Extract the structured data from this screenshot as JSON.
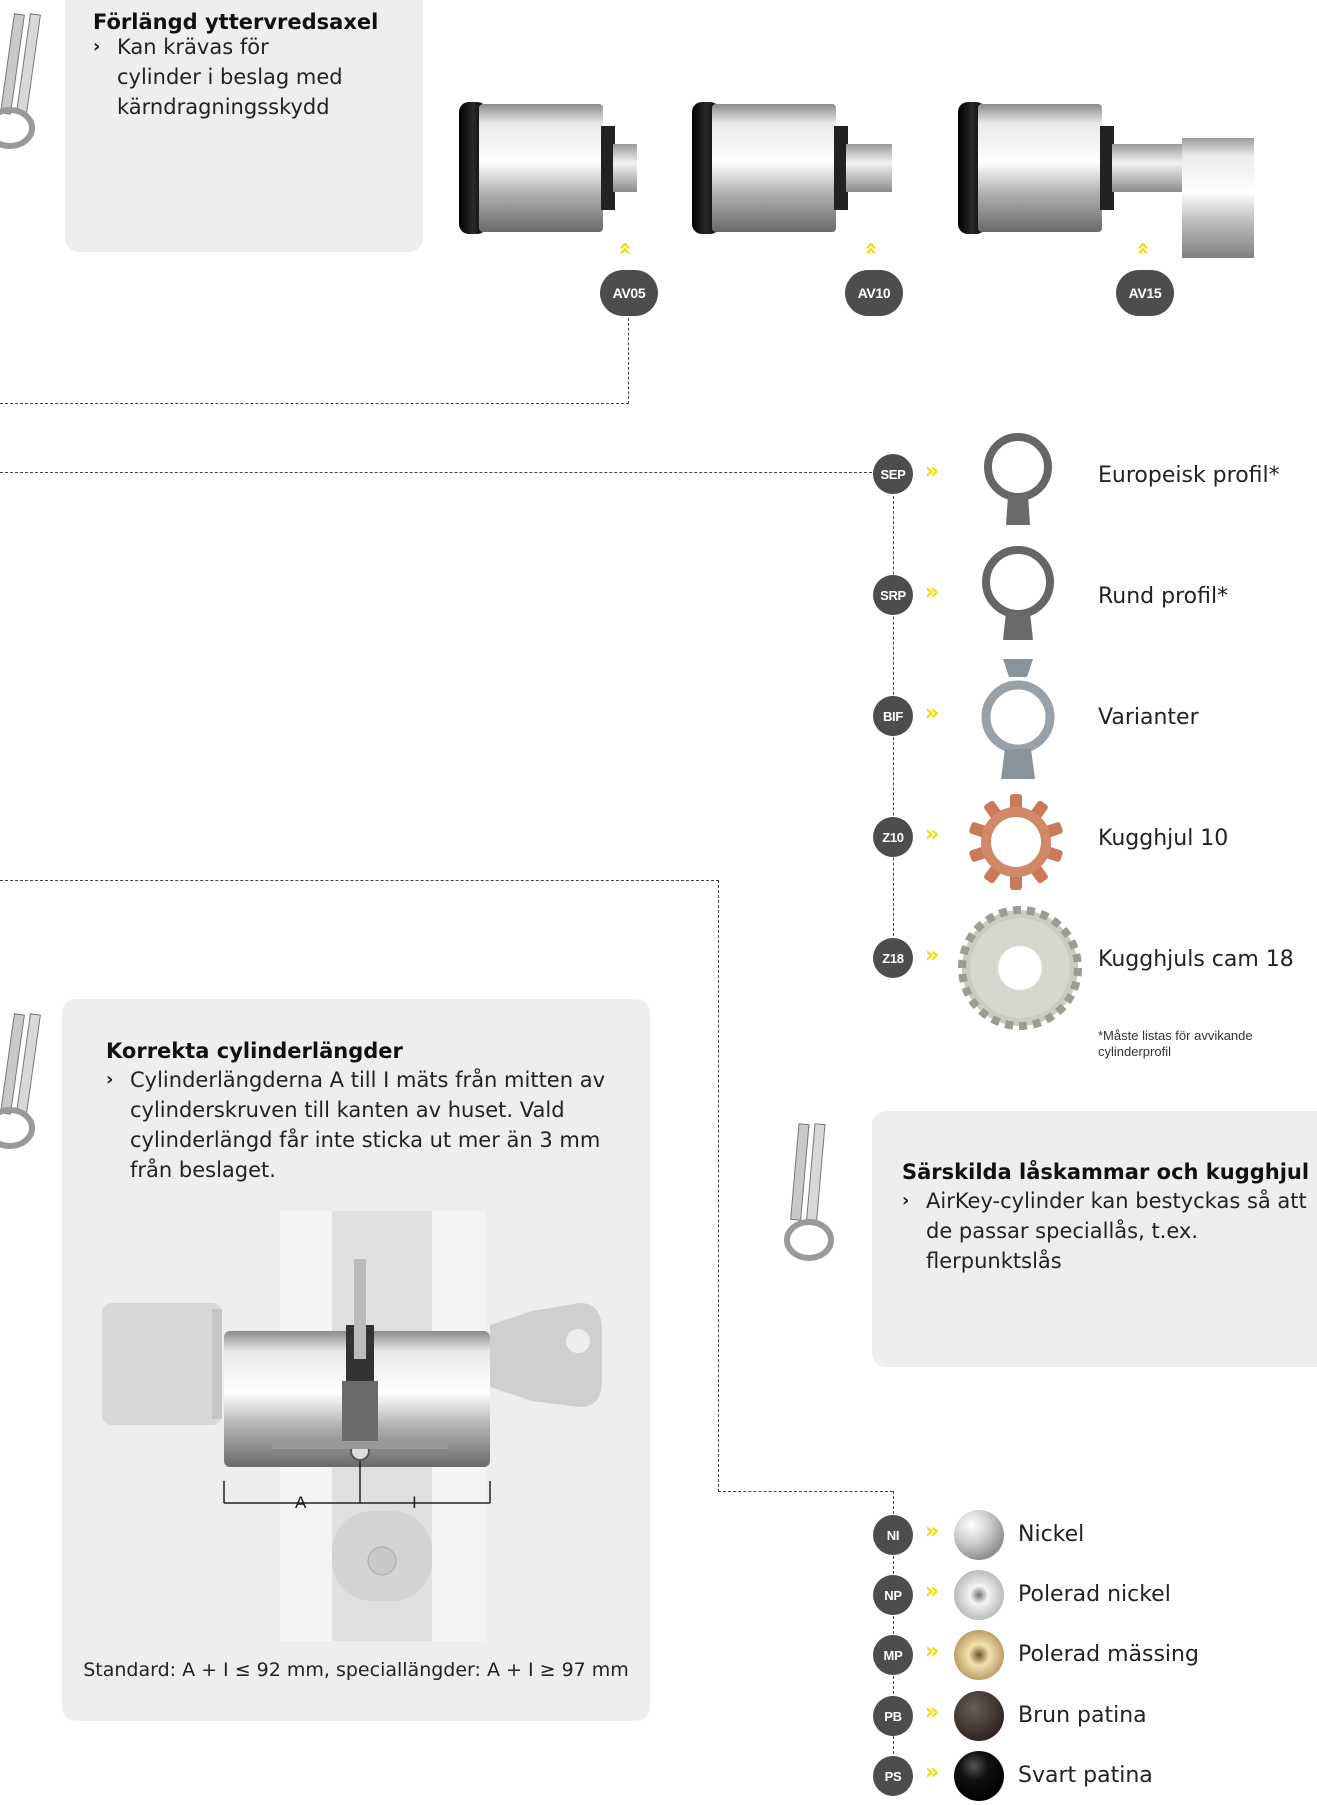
{
  "panel_axle": {
    "title": "Förlängd yttervredsaxel",
    "bullet": "Kan krävas för cylinder i beslag med kärndragningsskydd"
  },
  "axle_options": [
    {
      "code": "AV05"
    },
    {
      "code": "AV10"
    },
    {
      "code": "AV15"
    }
  ],
  "cam_options": [
    {
      "code": "SEP",
      "label": "Europeisk profil*"
    },
    {
      "code": "SRP",
      "label": "Rund profil*"
    },
    {
      "code": "BIF",
      "label": "Varianter"
    },
    {
      "code": "Z10",
      "label": "Kugghjul 10"
    },
    {
      "code": "Z18",
      "label": "Kugghjuls cam 18"
    }
  ],
  "cam_note": "*Måste listas för avvikande cylinderprofil",
  "panel_special": {
    "title": "Särskilda låskammar och kugghjul",
    "bullet": "AirKey-cylinder kan bestyckas så att de passar speciallås, t.ex. flerpunktslås"
  },
  "panel_length": {
    "title": "Korrekta cylinderlängder",
    "bullet": "Cylinderlängderna A till I mäts från mitten av cylinderskruven till kanten av huset. Vald cylinderlängd får inte sticka ut mer än 3 mm från beslaget.",
    "dim_a": "A",
    "dim_i": "I",
    "standard": "Standard: A + I ≤ 92 mm, speciallängder: A + I ≥ 97 mm"
  },
  "finish_options": [
    {
      "code": "NI",
      "label": "Nickel"
    },
    {
      "code": "NP",
      "label": "Polerad nickel"
    },
    {
      "code": "MP",
      "label": "Polerad mässing"
    },
    {
      "code": "PB",
      "label": "Brun patina"
    },
    {
      "code": "PS",
      "label": "Svart patina"
    }
  ],
  "colors": {
    "accent_yellow": "#e8e000",
    "badge_grey": "#4d4d4d",
    "panel_grey": "#eeeeee"
  }
}
